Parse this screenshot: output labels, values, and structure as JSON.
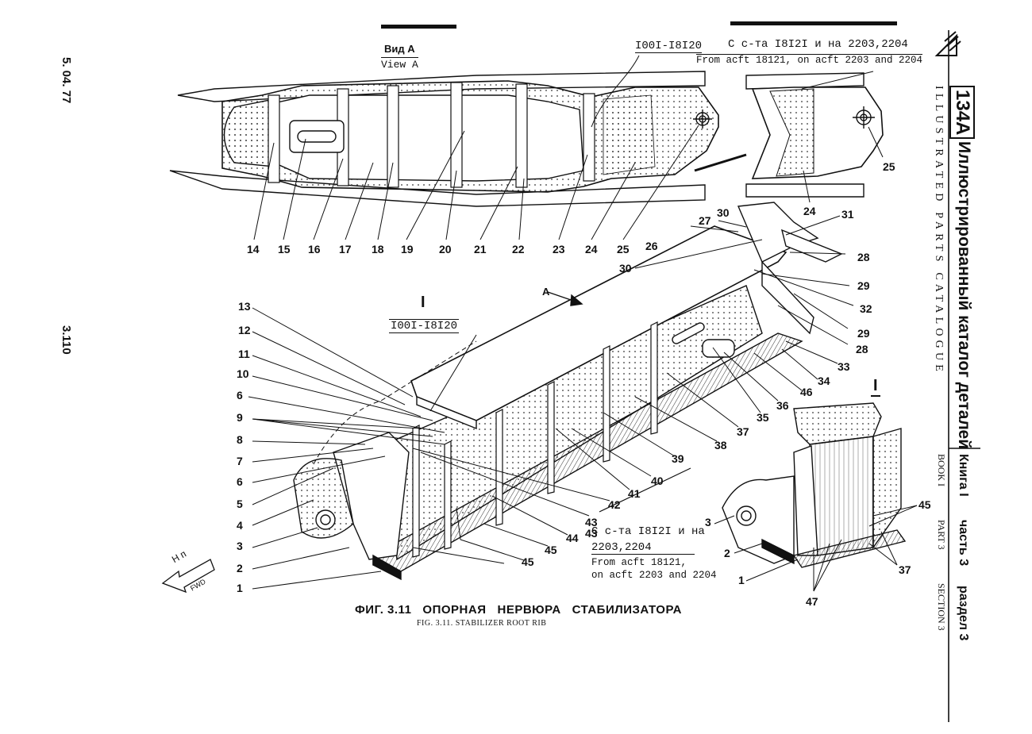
{
  "margin": {
    "date": "5. 04. 77",
    "page": "3.110"
  },
  "header_bars": true,
  "view_a": {
    "ru": "Вид А",
    "en": "View A"
  },
  "serial_top": "I00I-I8I20",
  "applicability_top": {
    "ru": "С с-та I8I2I и на 2203,2204",
    "en": "From acft 18121, on acft 2203 and 2204"
  },
  "section_i": {
    "roman": "I",
    "serial": "I00I-I8I20"
  },
  "arrow_a": "A",
  "applicability_bottom": {
    "ru_line1": "С с-та I8I2I и на",
    "ru_line2": "2203,2204",
    "en_line1": "From acft 18121,",
    "en_line2": "on acft 2203 and 2204"
  },
  "detail_i": "I",
  "fwd": {
    "ru": "Н п",
    "en": "FWD"
  },
  "caption": {
    "ru": "ФИГ. 3.11   ОПОРНАЯ   НЕРВЮРА   СТАБИЛИЗАТОРА",
    "en": "FIG. 3.11. STABILIZER ROOT RIB"
  },
  "sidebar": {
    "model": "134А",
    "title_ru": "Иллюстрированный каталог деталей",
    "title_en": "ILLUSTRATED PARTS CATALOGUE",
    "book_ru": "Книга I",
    "part_ru": "часть 3",
    "section_ru": "раздел 3",
    "book_en": "BOOK I",
    "part_en": "PART 3",
    "section_en": "SECTION 3"
  },
  "callouts_view_a": [
    "14",
    "15",
    "16",
    "17",
    "18",
    "19",
    "20",
    "21",
    "22",
    "23",
    "24",
    "25"
  ],
  "callouts_detail_top": [
    "24",
    "25"
  ],
  "callouts_main": [
    "13",
    "12",
    "11",
    "10",
    "6",
    "9",
    "8",
    "7",
    "6",
    "5",
    "4",
    "3",
    "2",
    "1",
    "27",
    "30",
    "31",
    "26",
    "28",
    "30",
    "29",
    "32",
    "29",
    "28",
    "33",
    "34",
    "46",
    "36",
    "35",
    "37",
    "38",
    "39",
    "40",
    "41",
    "42",
    "43",
    "43",
    "44",
    "45",
    "45"
  ],
  "callouts_detail_bottom": [
    "3",
    "2",
    "1",
    "45",
    "37",
    "47"
  ]
}
